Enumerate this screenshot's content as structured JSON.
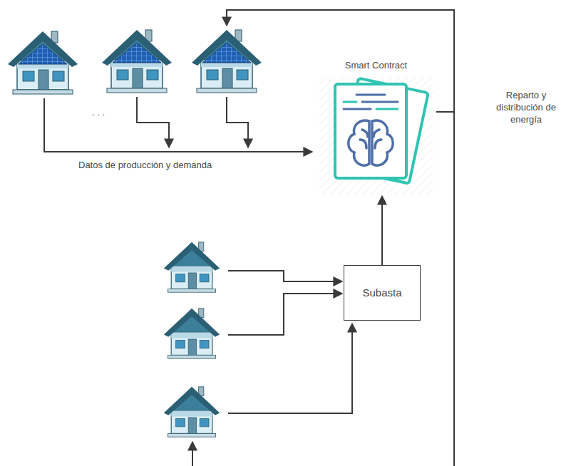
{
  "diagram": {
    "nodes": [
      {
        "text": [
          "Smart Contract"
        ]
      },
      {
        "text": [
          "Subasta"
        ]
      }
    ],
    "edges": [
      {
        "from": 1,
        "to": 0,
        "arrow": "to"
      }
    ],
    "labels": [
      ". . .",
      "Datos de producción y demanda",
      "Reparto y distribución de energía"
    ]
  }
}
